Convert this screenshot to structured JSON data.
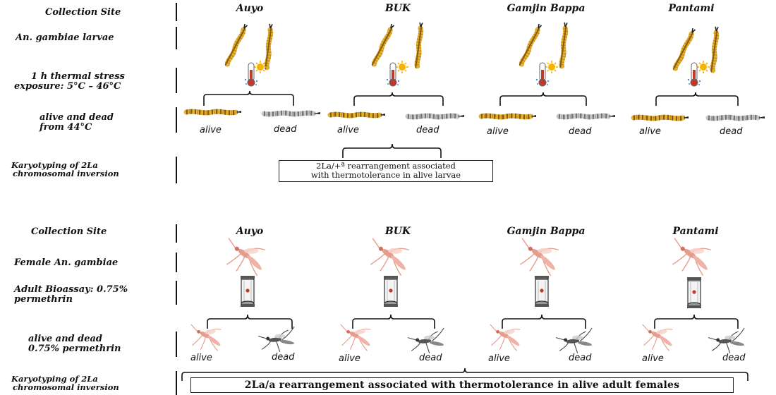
{
  "panel1": {
    "rows": {
      "collection_site": "Collection Site",
      "larvae": "An. gambiae larvae",
      "thermal_1": "1 h thermal stress",
      "thermal_2": "exposure: 5°C – 46°C",
      "alive_dead_1": "alive and dead",
      "alive_dead_2": "from 44°C",
      "karyo_1": "Karyotyping of 2La",
      "karyo_2": "chromosomal inversion"
    },
    "sites": [
      "Auyo",
      "BUK",
      "Gamjin Bappa",
      "Pantami"
    ],
    "alive": "alive",
    "dead": "dead",
    "result_1": "2La/+ª rearrangement associated",
    "result_2": "with thermotolerance in alive larvae"
  },
  "panel2": {
    "rows": {
      "collection_site": "Collection Site",
      "female": "Female An. gambiae",
      "bioassay_1": "Adult Bioassay: 0.75%",
      "bioassay_2": "permethrin",
      "alive_dead_1": "alive and dead",
      "alive_dead_2": "0.75% permethrin",
      "karyo_1": "Karyotyping of 2La",
      "karyo_2": "chromosomal inversion"
    },
    "sites": [
      "Auyo",
      "BUK",
      "Gamjin Bappa",
      "Pantami"
    ],
    "alive": "alive",
    "dead": "dead",
    "result": "2La/a rearrangement associated with thermotolerance in alive adult females"
  },
  "colors": {
    "larva_alive": "#d9a21e",
    "larva_dead": "#a8a8a8",
    "mosquito_alive": "#e79b8c",
    "mosquito_dead": "#444444",
    "thermometer": "#c0392b",
    "sun": "#f5b400"
  },
  "icons": [
    "larva-icon",
    "thermometer-sun-icon",
    "mosquito-icon",
    "bioassay-tube-icon"
  ]
}
